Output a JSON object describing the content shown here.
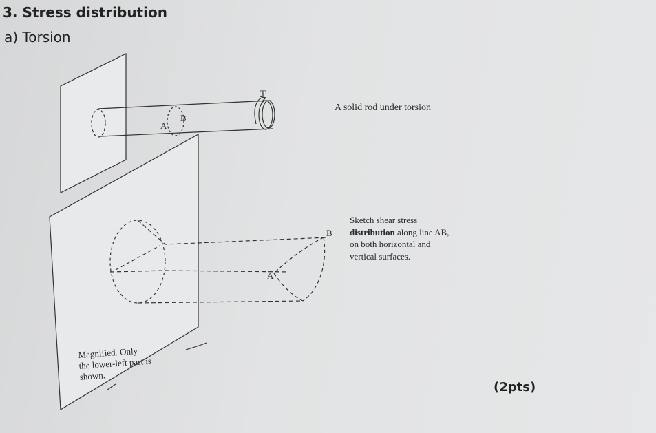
{
  "question": {
    "section": "3. Stress distribution",
    "subsection": "a) Torsion",
    "rod_caption": "A solid rod under torsion",
    "torque_label": "T",
    "point_a": "A",
    "point_b": "B",
    "instruction": {
      "part1": "Sketch shear stress ",
      "bold": "distribution",
      "part2": " along line AB, on both horizontal and vertical surfaces."
    },
    "magnified_note": {
      "line1": "Magnified. Only",
      "line2": "the lower-left part is",
      "line3": "shown."
    },
    "points": "(2pts)"
  }
}
